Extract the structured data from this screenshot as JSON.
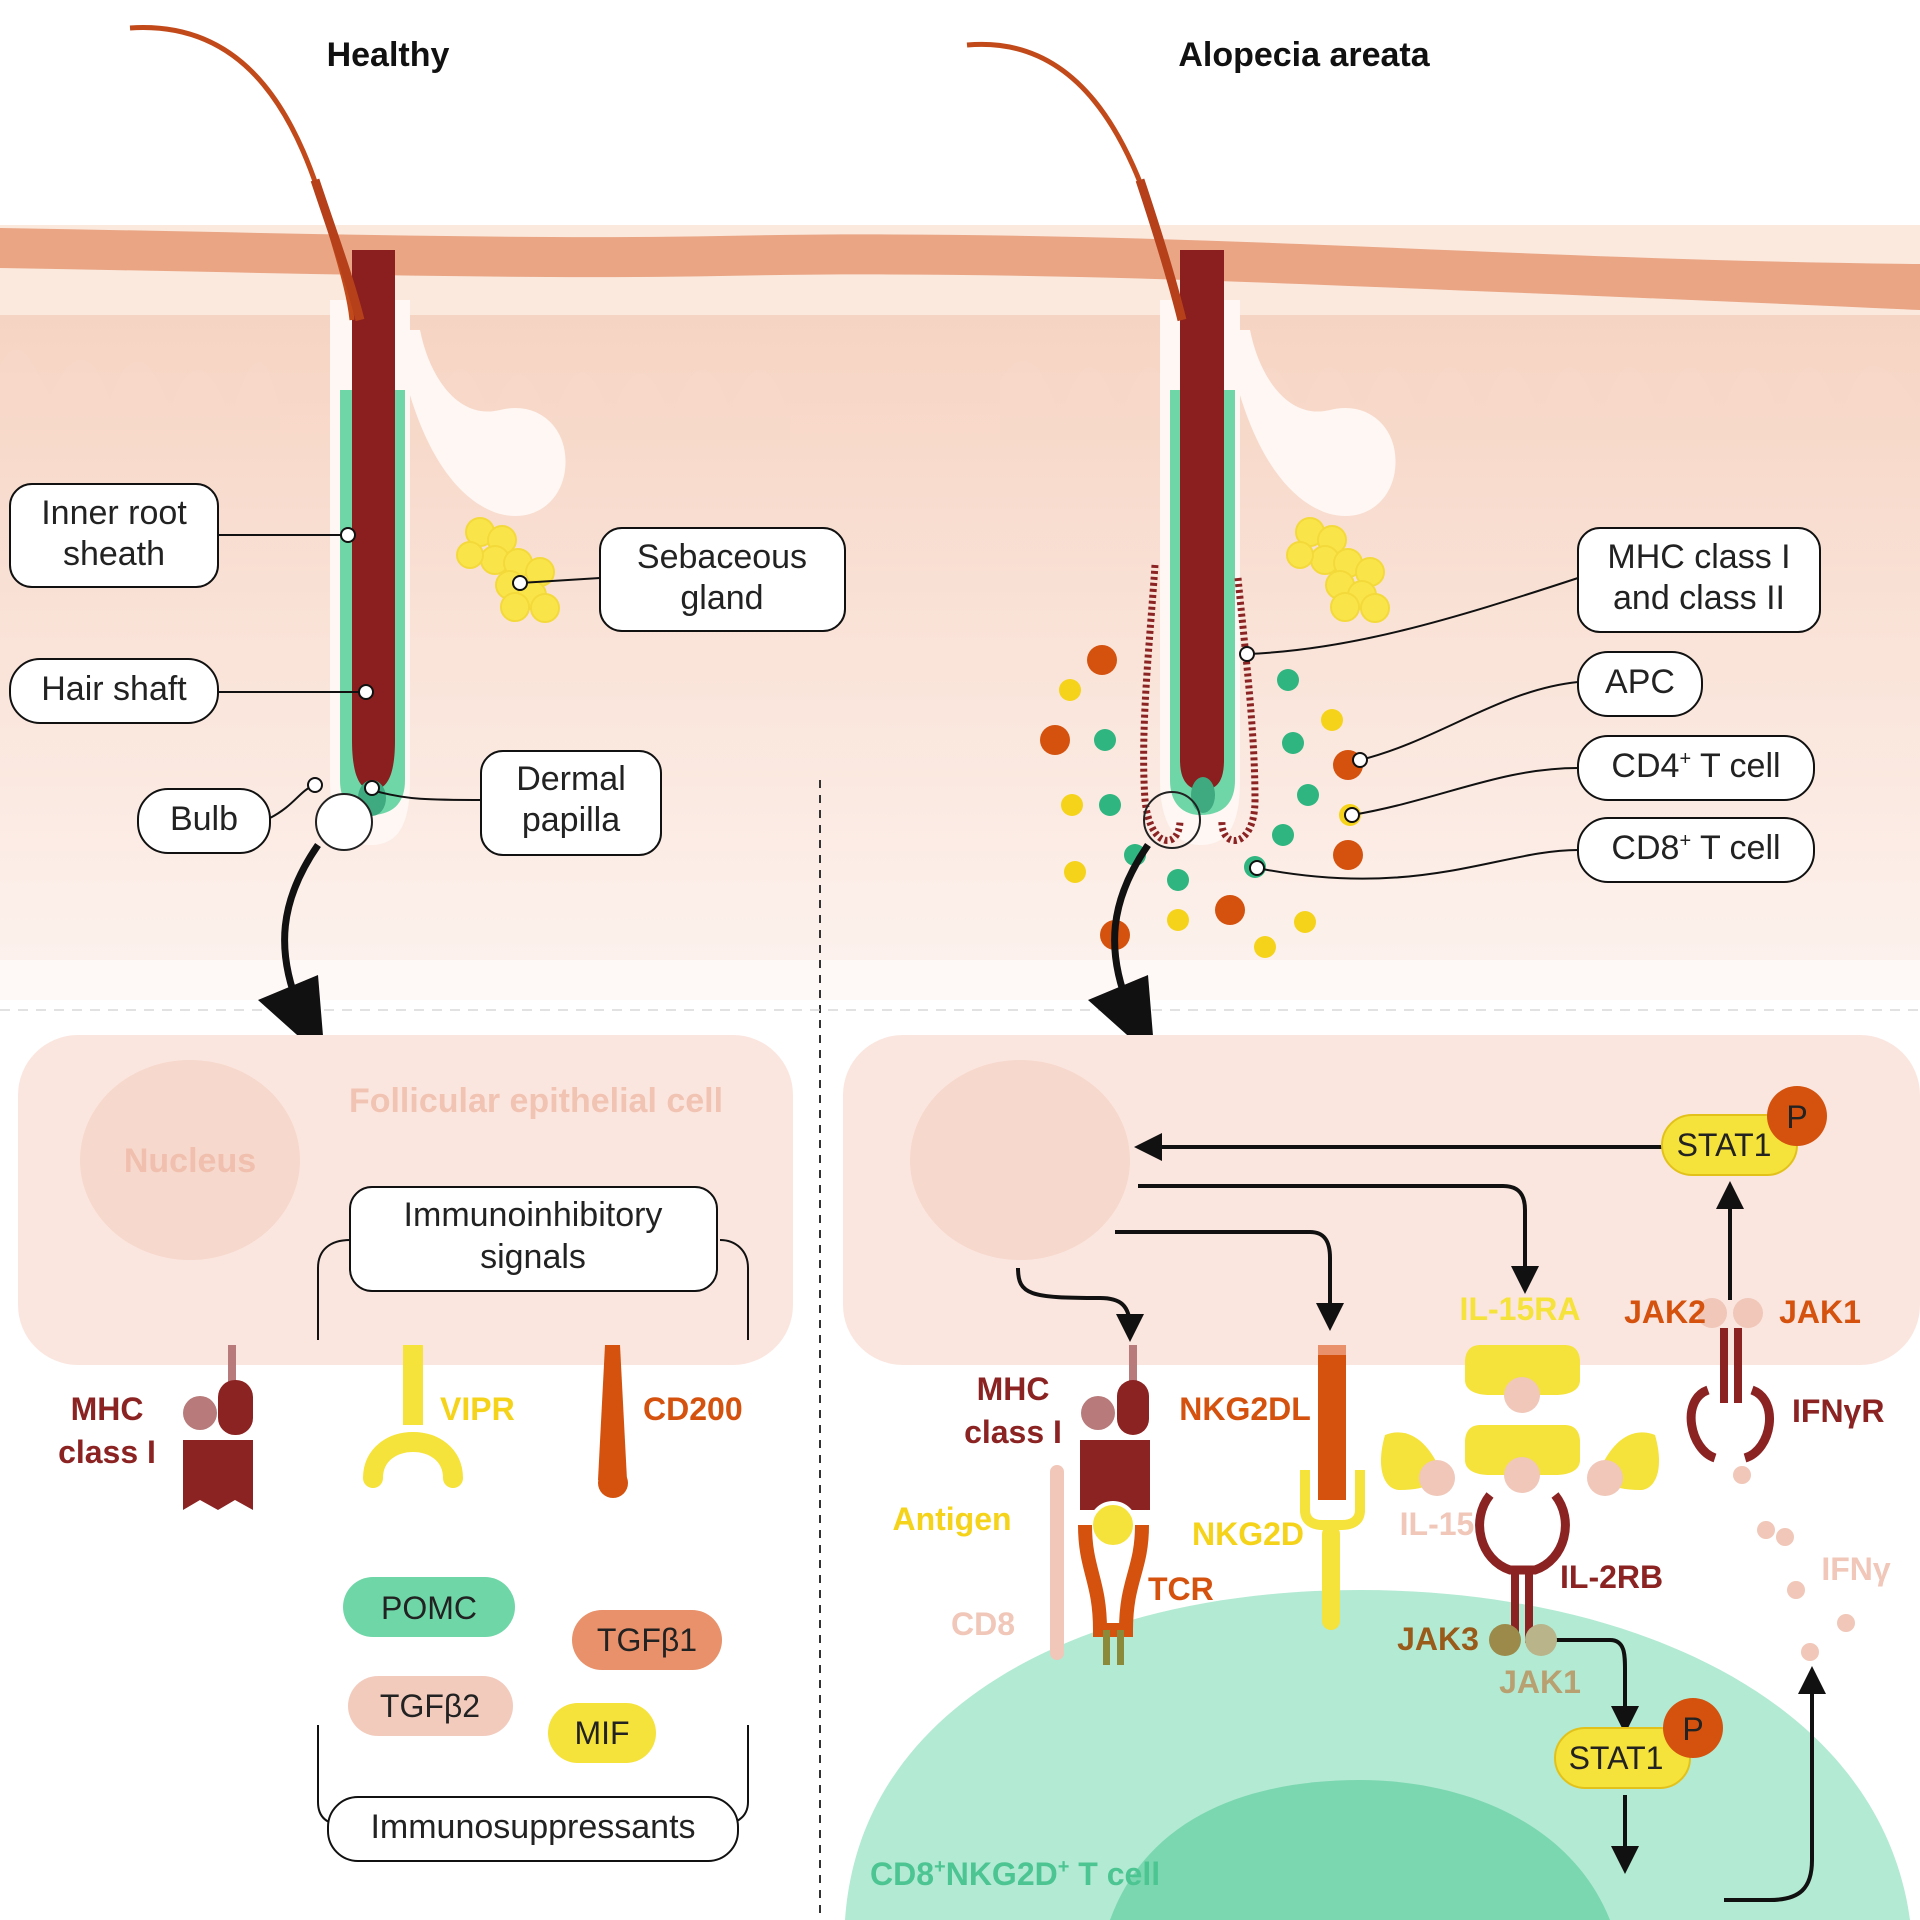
{
  "panels": {
    "healthy": "Healthy",
    "alopecia": "Alopecia areata"
  },
  "healthy": {
    "callouts": {
      "inner_root_sheath": [
        "Inner root",
        "sheath"
      ],
      "hair_shaft": "Hair shaft",
      "bulb": "Bulb",
      "dermal_papilla": [
        "Dermal",
        "papilla"
      ],
      "sebaceous_gland": [
        "Sebaceous",
        "gland"
      ]
    },
    "cell_label": "Follicular epithelial cell",
    "nucleus_label": "Nucleus",
    "immunoinhibitory": [
      "Immunoinhibitory",
      "signals"
    ],
    "molecules": {
      "mhc": [
        "MHC",
        "class I"
      ],
      "vipr": "VIPR",
      "cd200": "CD200"
    },
    "immunosuppressants": {
      "label": "Immunosuppressants",
      "pomc": "POMC",
      "tgfb1": "TGFβ1",
      "tgfb2": "TGFβ2",
      "mif": "MIF"
    }
  },
  "alopecia": {
    "callouts": {
      "mhc": [
        "MHC class I",
        "and class II"
      ],
      "apc": "APC",
      "cd4": {
        "main": "CD4",
        "sup": "+",
        "rest": " T cell"
      },
      "cd8": {
        "main": "CD8",
        "sup": "+",
        "rest": " T cell"
      }
    },
    "labels": {
      "mhc": [
        "MHC",
        "class I"
      ],
      "antigen": "Antigen",
      "cd8": "CD8",
      "tcr": "TCR",
      "nkg2dl": "NKG2DL",
      "nkg2d": "NKG2D",
      "il15ra": "IL-15RA",
      "il15": "IL-15",
      "il2rb": "IL-2RB",
      "jak3": "JAK3",
      "jak1_bottom": "JAK1",
      "jak2": "JAK2",
      "jak1_top": "JAK1",
      "ifngr": "IFNγR",
      "ifng": "IFNγ",
      "stat1_top": "STAT1",
      "stat1_bottom": "STAT1",
      "p_top": "P",
      "p_bottom": "P"
    },
    "tcell": {
      "a": "CD8",
      "sup1": "+",
      "b": "NKG2D",
      "sup2": "+",
      "c": " T cell"
    }
  },
  "colors": {
    "hair": "#8b1e1e",
    "hair_strand": "#c24a1a",
    "sheath": "#6fd6a8",
    "skin_top": "#e8a382",
    "dermis": "#f7dccf",
    "cell": "#fbe6df",
    "nucleus": "#f8d9cc",
    "mhc": "#8b2323",
    "mhc_light": "#b87a7a",
    "yellow": "#f5e23a",
    "orange": "#d4520e",
    "peach": "#f0c7b8",
    "pomc": "#6fd6a8",
    "tgfb1": "#e8916a",
    "tgfb2": "#f2cbbd",
    "mif": "#f5e23a",
    "tcell": "#b3ead3",
    "tcell_text": "#4cc592",
    "jak_text": "#9a5a1a",
    "jak_left": "#9c8a4a",
    "jak_right": "#b9b48a"
  }
}
